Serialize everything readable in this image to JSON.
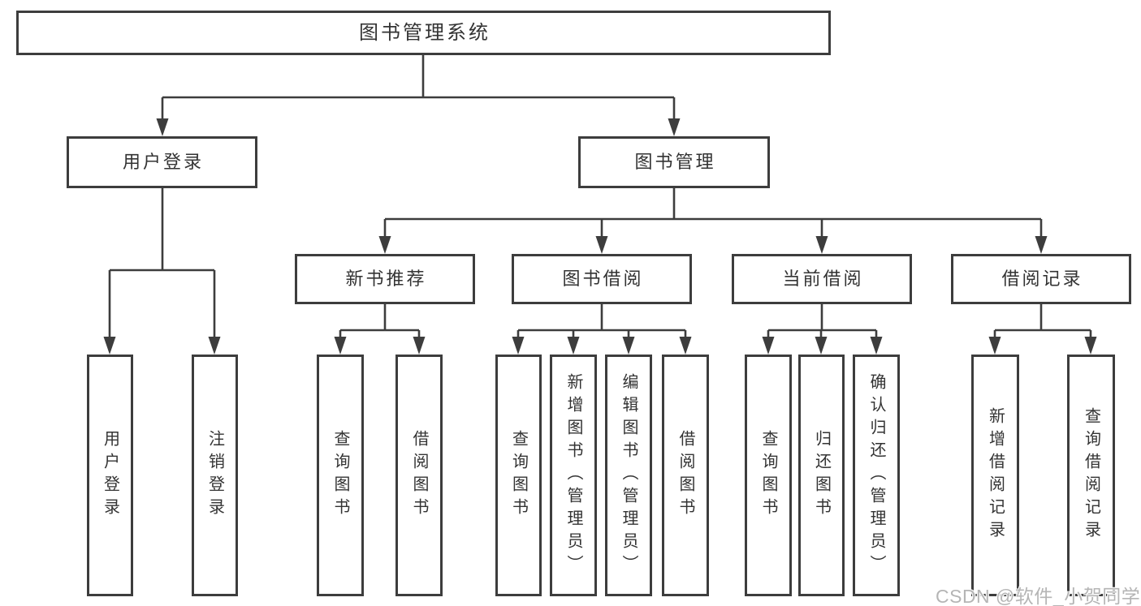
{
  "tree": {
    "root": {
      "label": "图书管理系统",
      "children": [
        {
          "label": "用户登录",
          "children": [
            {
              "label": "用户登录"
            },
            {
              "label": "注销登录"
            }
          ]
        },
        {
          "label": "图书管理",
          "children": [
            {
              "label": "新书推荐",
              "children": [
                {
                  "label": "查询图书"
                },
                {
                  "label": "借阅图书"
                }
              ]
            },
            {
              "label": "图书借阅",
              "children": [
                {
                  "label": "查询图书"
                },
                {
                  "label": "新增图书（管理员）"
                },
                {
                  "label": "编辑图书（管理员）"
                },
                {
                  "label": "借阅图书"
                }
              ]
            },
            {
              "label": "当前借阅",
              "children": [
                {
                  "label": "查询图书"
                },
                {
                  "label": "归还图书"
                },
                {
                  "label": "确认归还（管理员）"
                }
              ]
            },
            {
              "label": "借阅记录",
              "children": [
                {
                  "label": "新增借阅记录"
                },
                {
                  "label": "查询借阅记录"
                }
              ]
            }
          ]
        }
      ]
    }
  },
  "watermark": {
    "text": "CSDN @软件_小贺同学"
  },
  "colors": {
    "line": "#3d3d3d",
    "box_border": "#3d3d3d",
    "text": "#333333",
    "background": "#ffffff",
    "watermark": "#b5b5b5"
  }
}
